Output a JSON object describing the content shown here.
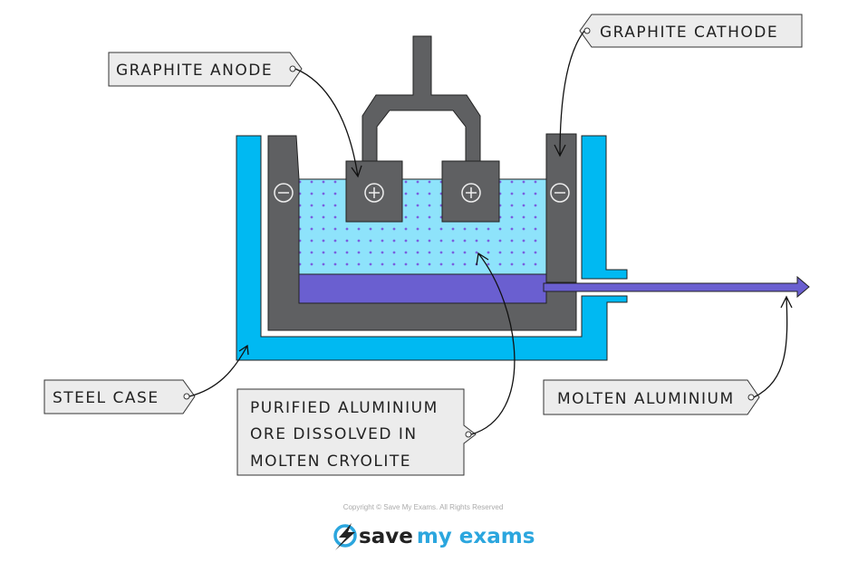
{
  "labels": {
    "graphite_anode": "GRAPHITE ANODE",
    "graphite_cathode": "GRAPHITE CATHODE",
    "steel_case": "STEEL CASE",
    "purified_lines": [
      "PURIFIED ALUMINIUM",
      "ORE DISSOLVED IN",
      "MOLTEN CRYOLITE"
    ],
    "molten_aluminium": "MOLTEN ALUMINIUM"
  },
  "symbols": {
    "negative": "−",
    "positive": "+"
  },
  "footer": {
    "copyright": "Copyright © Save My Exams. All Rights Reserved",
    "brand_save": "save",
    "brand_myexams": "my exams"
  },
  "colors": {
    "steel": "#00b9f2",
    "graphite": "#5f6062",
    "electrolyte": "#8ee3fb",
    "dots": "#7a5fe0",
    "aluminium": "#6a5fd0",
    "tag": "#ececec",
    "brand_blue": "#2ba6de"
  }
}
